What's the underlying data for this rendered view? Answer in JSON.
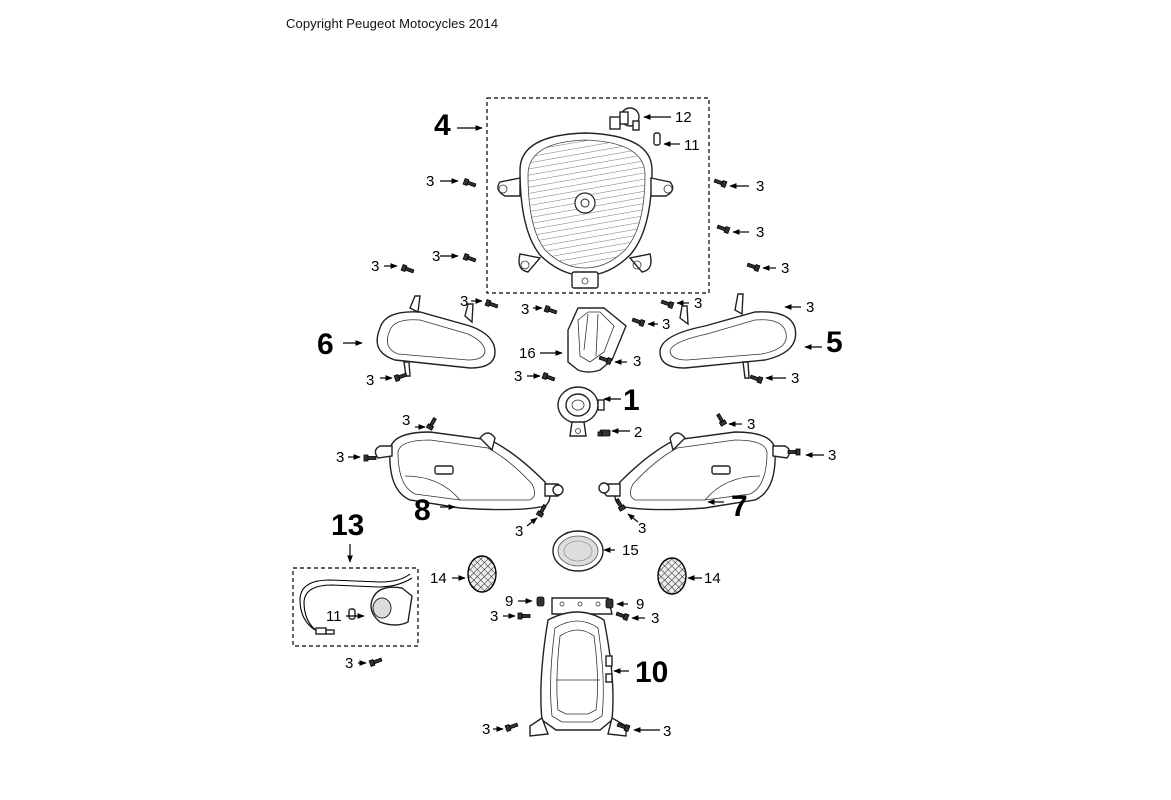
{
  "copyright": "Copyright Peugeot Motocycles 2014",
  "callouts": {
    "p1": "1",
    "p2": "2",
    "p3": "3",
    "p4": "4",
    "p5": "5",
    "p6": "6",
    "p7": "7",
    "p8": "8",
    "p9": "9",
    "p10": "10",
    "p11": "11",
    "p12": "12",
    "p13": "13",
    "p14": "14",
    "p15": "15",
    "p16": "16"
  },
  "parts": [
    {
      "name": "headlight-reflector",
      "callout": "4"
    },
    {
      "name": "right-turn-signal-lens",
      "callout": "5"
    },
    {
      "name": "left-turn-signal-lens",
      "callout": "6"
    },
    {
      "name": "right-position-light",
      "callout": "7"
    },
    {
      "name": "left-position-light",
      "callout": "8"
    },
    {
      "name": "rear-light",
      "callout": "10"
    },
    {
      "name": "licence-plate-light-assembly",
      "callout": "13"
    },
    {
      "name": "reflector-round",
      "callout": "15"
    },
    {
      "name": "side-reflector",
      "callout": "14"
    },
    {
      "name": "bulb-h4",
      "callout": "12"
    },
    {
      "name": "bulb-small",
      "callout": "11"
    },
    {
      "name": "horn",
      "callout": "1"
    },
    {
      "name": "bracket",
      "callout": "16"
    }
  ]
}
